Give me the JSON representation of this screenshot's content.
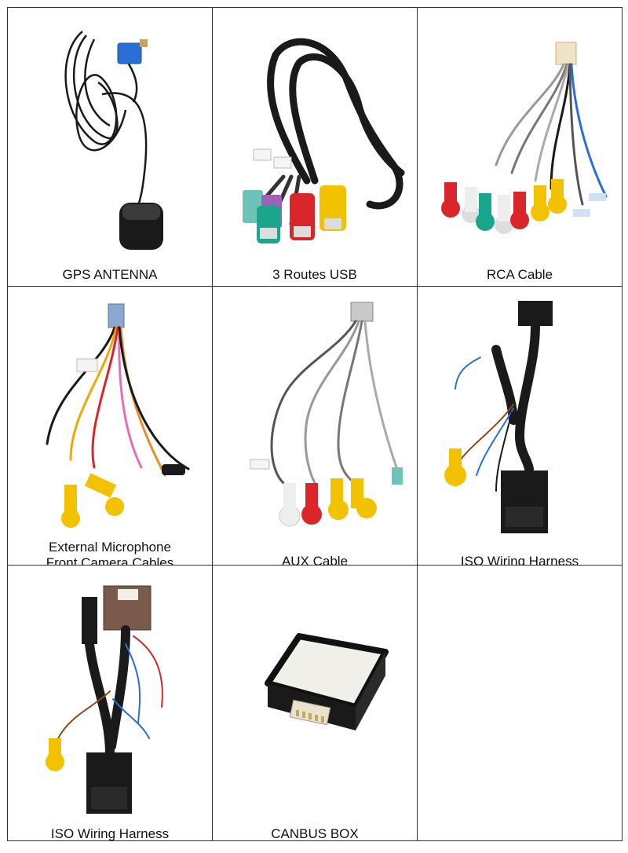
{
  "products": [
    {
      "id": "gps",
      "caption": [
        "GPS ANTENNA"
      ],
      "tags": [
        "GPS"
      ]
    },
    {
      "id": "usb",
      "caption": [
        "3 Routes USB"
      ],
      "tags": [
        "USB"
      ]
    },
    {
      "id": "rca",
      "caption": [
        "RCA Cable"
      ],
      "tags": [
        "RCA"
      ]
    },
    {
      "id": "mic",
      "caption": [
        "External Microphone",
        "Front Camera Cables"
      ],
      "tags": [
        "MIC"
      ]
    },
    {
      "id": "aux",
      "caption": [
        "AUX Cable"
      ],
      "tags": [
        "AUX"
      ]
    },
    {
      "id": "iso1",
      "caption": [
        "ISO Wiring Harness"
      ],
      "tags": []
    },
    {
      "id": "iso2",
      "caption": [
        "ISO Wiring Harness"
      ],
      "tags": []
    },
    {
      "id": "canbus",
      "caption": [
        "CANBUS BOX"
      ],
      "tags": []
    },
    {
      "id": "empty",
      "caption": [],
      "tags": []
    }
  ],
  "colors": {
    "border": "#333333",
    "cable_black": "#1a1a1a",
    "rca_red": "#d8262b",
    "rca_yellow": "#f2c200",
    "rca_white": "#eeeeee",
    "usb_teal": "#1aa58d",
    "usb_purple": "#a062b8",
    "connector_blue": "#2b6fd6"
  }
}
